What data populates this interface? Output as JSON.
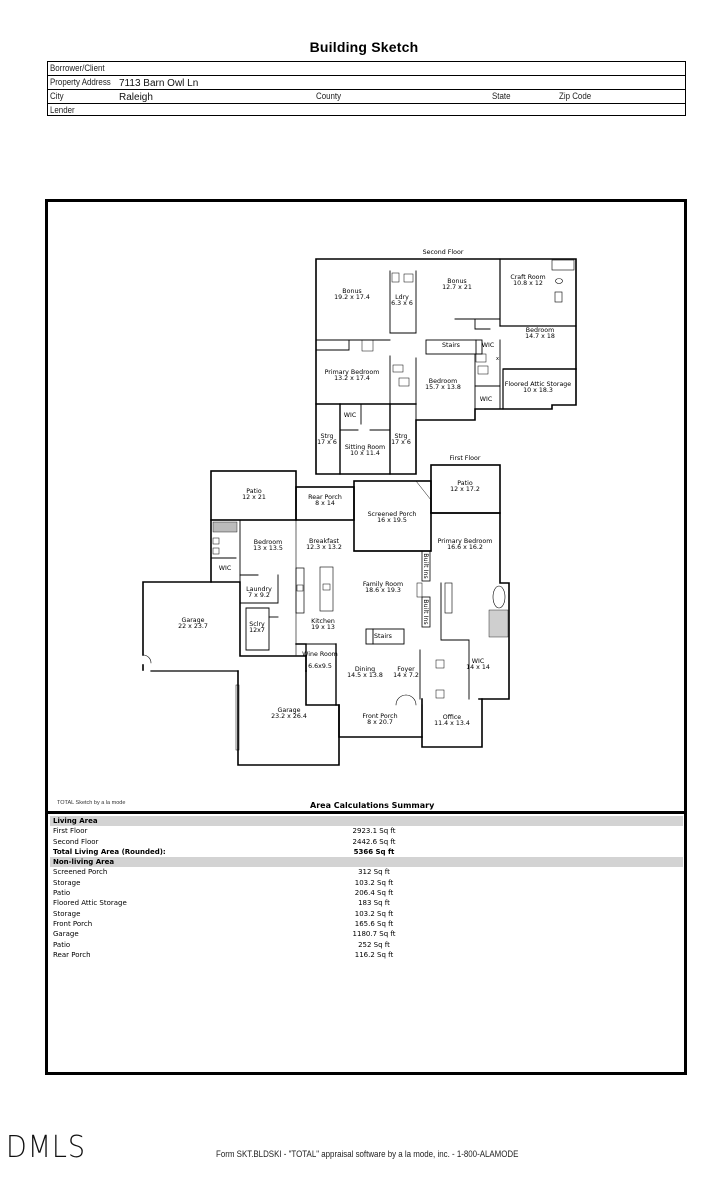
{
  "document": {
    "title": "Building Sketch"
  },
  "header": {
    "borrower_label": "Borrower/Client",
    "borrower_value": "",
    "address_label": "Property Address",
    "address_value": "7113 Barn Owl Ln",
    "city_label": "City",
    "city_value": "Raleigh",
    "county_label": "County",
    "county_value": "",
    "state_label": "State",
    "state_value": "",
    "zip_label": "Zip Code",
    "zip_value": "",
    "lender_label": "Lender",
    "lender_value": ""
  },
  "sketch": {
    "second_floor_label": "Second Floor",
    "first_floor_label": "First Floor",
    "credit": "TOTAL Sketch by a la mode",
    "second_floor_rooms": [
      {
        "name": "Bonus",
        "dims": "19.2 x 17.4"
      },
      {
        "name": "Ldry",
        "dims": "6.3 x 6"
      },
      {
        "name": "Bonus",
        "dims": "12.7 x 21"
      },
      {
        "name": "Craft Room",
        "dims": "10.8 x 12"
      },
      {
        "name": "Bedroom",
        "dims": "14.7 x 18"
      },
      {
        "name": "Stairs",
        "dims": ""
      },
      {
        "name": "WIC",
        "dims": ""
      },
      {
        "name": "Primary Bedroom",
        "dims": "13.2 x 17.4"
      },
      {
        "name": "Bedroom",
        "dims": "15.7 x 13.8"
      },
      {
        "name": "Floored Attic Storage",
        "dims": "10 x 18.3"
      },
      {
        "name": "WIC",
        "dims": ""
      },
      {
        "name": "WIC",
        "dims": ""
      },
      {
        "name": "Strg",
        "dims": "17 x 6"
      },
      {
        "name": "Sitting Room",
        "dims": "10 x 11.4"
      },
      {
        "name": "Strg",
        "dims": "17 x 6"
      }
    ],
    "first_floor_rooms": [
      {
        "name": "Patio",
        "dims": "12 x 21"
      },
      {
        "name": "Rear Porch",
        "dims": "8 x 14"
      },
      {
        "name": "Screened Porch",
        "dims": "16 x 19.5"
      },
      {
        "name": "Patio",
        "dims": "12 x 17.2"
      },
      {
        "name": "Bedroom",
        "dims": "13 x 13.5"
      },
      {
        "name": "Breakfast",
        "dims": "12.3 x 13.2"
      },
      {
        "name": "Primary Bedroom",
        "dims": "16.6 x 16.2"
      },
      {
        "name": "WIC",
        "dims": ""
      },
      {
        "name": "Family Room",
        "dims": "18.6 x 19.3"
      },
      {
        "name": "Garage",
        "dims": "22 x 23.7"
      },
      {
        "name": "Laundry",
        "dims": "7 x 9.2"
      },
      {
        "name": "Sclry",
        "dims": "12x7"
      },
      {
        "name": "Kitchen",
        "dims": "19 x 13"
      },
      {
        "name": "Stairs",
        "dims": ""
      },
      {
        "name": "Wine Room",
        "dims": "6.6x9.5"
      },
      {
        "name": "Dining",
        "dims": "14.5 x 13.8"
      },
      {
        "name": "Foyer",
        "dims": "14 x 7.2"
      },
      {
        "name": "WIC",
        "dims": "14 x 14"
      },
      {
        "name": "Garage",
        "dims": "23.2 x 26.4"
      },
      {
        "name": "Front Porch",
        "dims": "8 x 20.7"
      },
      {
        "name": "Office",
        "dims": "11.4 x 13.4"
      },
      {
        "name": "Built Ins",
        "dims": ""
      },
      {
        "name": "Built Ins",
        "dims": ""
      }
    ]
  },
  "area_summary": {
    "title": "Area Calculations Summary",
    "living_area_header": "Living Area",
    "living_rows": [
      {
        "name": "First Floor",
        "value": "2923.1 Sq ft"
      },
      {
        "name": "Second Floor",
        "value": "2442.6 Sq ft"
      }
    ],
    "total_label": "Total Living Area (Rounded):",
    "total_value": "5366 Sq ft",
    "non_living_header": "Non-living Area",
    "non_living_rows": [
      {
        "name": "Screened Porch",
        "value": "312 Sq ft"
      },
      {
        "name": "Storage",
        "value": "103.2 Sq ft"
      },
      {
        "name": "Patio",
        "value": "206.4 Sq ft"
      },
      {
        "name": "Floored Attic Storage",
        "value": "183 Sq ft"
      },
      {
        "name": "Storage",
        "value": "103.2 Sq ft"
      },
      {
        "name": "Front Porch",
        "value": "165.6 Sq ft"
      },
      {
        "name": "Garage",
        "value": "1180.7 Sq ft"
      },
      {
        "name": "Patio",
        "value": "252 Sq ft"
      },
      {
        "name": "Rear Porch",
        "value": "116.2 Sq ft"
      }
    ]
  },
  "footer": {
    "logo_text": "DMLS",
    "form_text": "Form SKT.BLDSKI - \"TOTAL\" appraisal software by a la mode, inc. - 1-800-ALAMODE"
  }
}
